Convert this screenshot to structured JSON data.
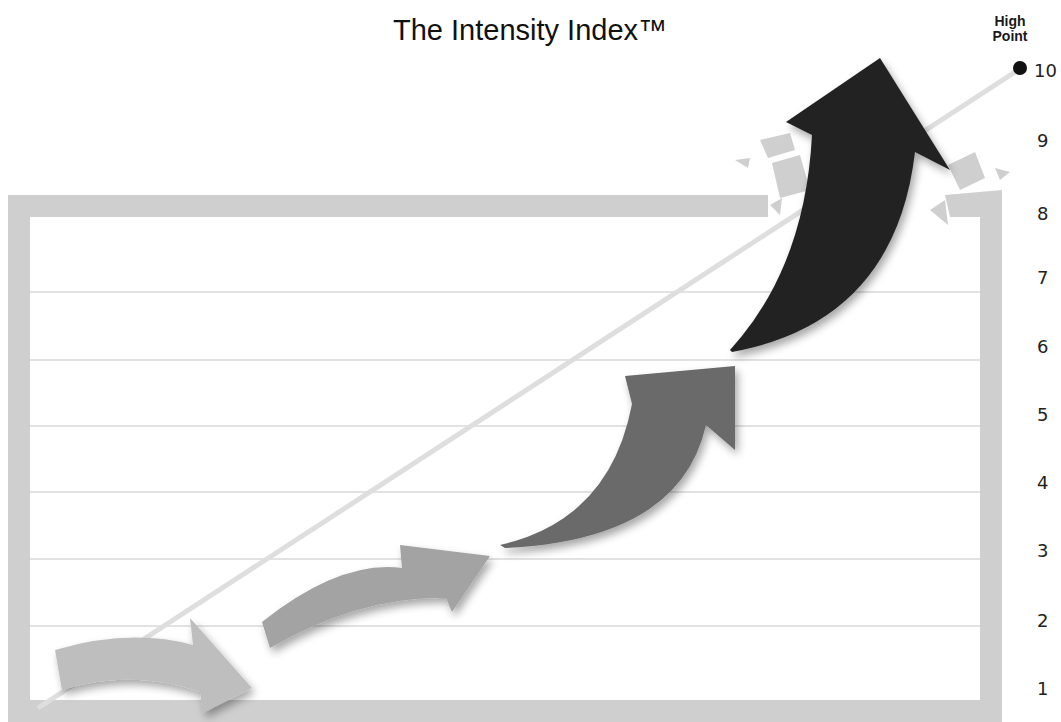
{
  "diagram": {
    "title": "The Intensity Index™",
    "labels": [
      "High Point",
      "10",
      "9",
      "8",
      "7",
      "6",
      "5",
      "4",
      "3",
      "2",
      "1"
    ]
  }
}
